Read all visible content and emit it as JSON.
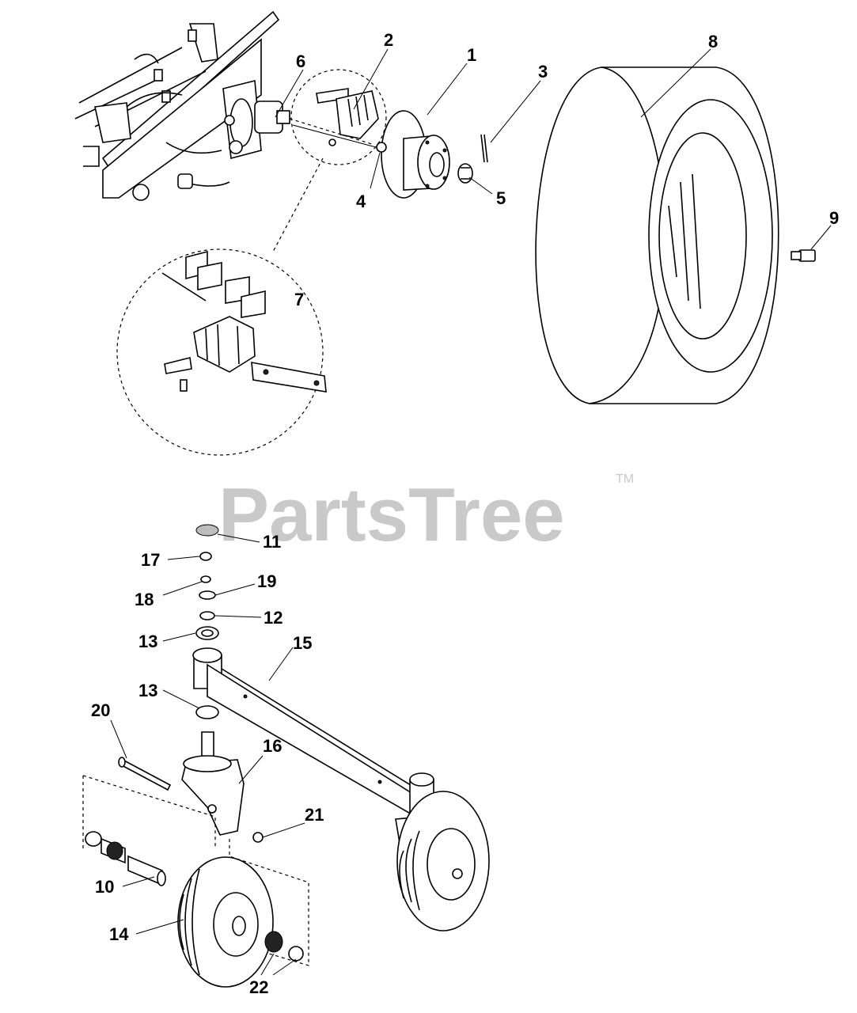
{
  "watermark": {
    "brand": "PartsTree",
    "trademark": "TM"
  },
  "callouts": [
    "1",
    "2",
    "3",
    "4",
    "5",
    "6",
    "7",
    "8",
    "9",
    "10",
    "11",
    "12",
    "13",
    "13",
    "14",
    "15",
    "16",
    "17",
    "18",
    "19",
    "20",
    "21",
    "22"
  ],
  "colors": {
    "ink": "#000000",
    "watermark": "#c9c9c9",
    "background": "#ffffff"
  }
}
